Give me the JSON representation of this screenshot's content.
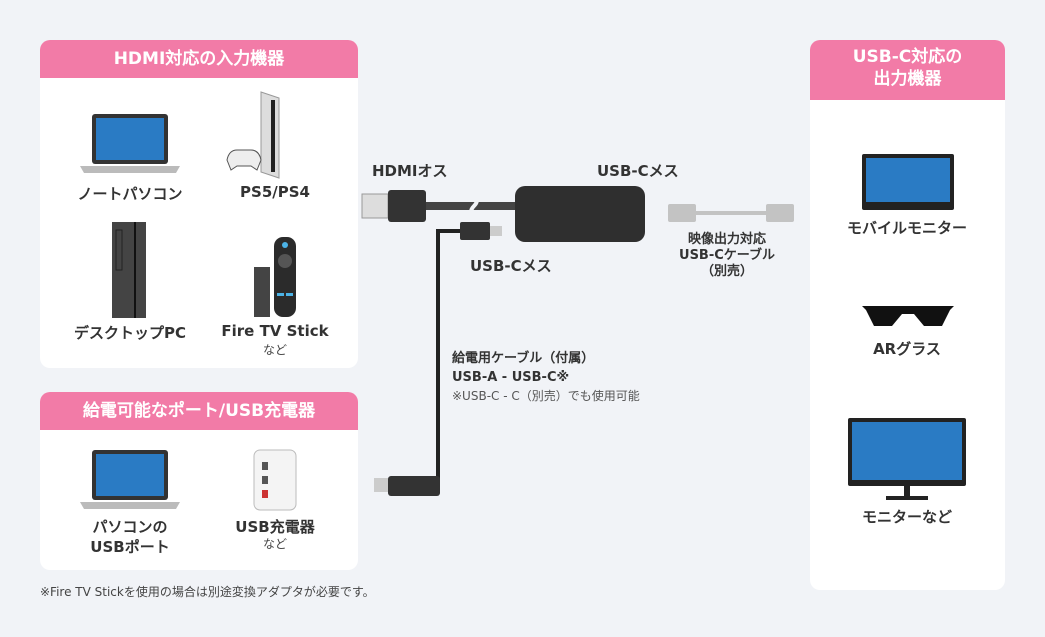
{
  "input_panel": {
    "title": "HDMI対応の入力機器",
    "items": [
      {
        "label": "ノートパソコン"
      },
      {
        "label": "PS5/PS4"
      },
      {
        "label": "デスクトップPC"
      },
      {
        "label": "Fire TV Stick",
        "note": "など"
      }
    ]
  },
  "power_panel": {
    "title": "給電可能なポート/USB充電器",
    "items": [
      {
        "line1": "パソコンの",
        "line2": "USBポート"
      },
      {
        "label": "USB充電器",
        "note": "など"
      }
    ]
  },
  "output_panel": {
    "title_line1": "USB-C対応の",
    "title_line2": "出力機器",
    "items": [
      {
        "label": "モバイルモニター"
      },
      {
        "label": "ARグラス"
      },
      {
        "label": "モニターなど"
      }
    ]
  },
  "adapter": {
    "hdmi_label": "HDMIオス",
    "usbc_out_label": "USB-Cメス",
    "usbc_power_label": "USB-Cメス",
    "video_cable": {
      "line1": "映像出力対応",
      "line2": "USB-Cケーブル",
      "line3": "（別売）"
    },
    "power_cable": {
      "line1": "給電用ケーブル（付属）",
      "line2": "USB-A - USB-C※",
      "line3": "※USB-C - C（別売）でも使用可能"
    }
  },
  "footnote": "※Fire TV Stickを使用の場合は別途変換アダプタが必要です。",
  "colors": {
    "accent": "#f27ba7",
    "background": "#f1f3f7"
  }
}
